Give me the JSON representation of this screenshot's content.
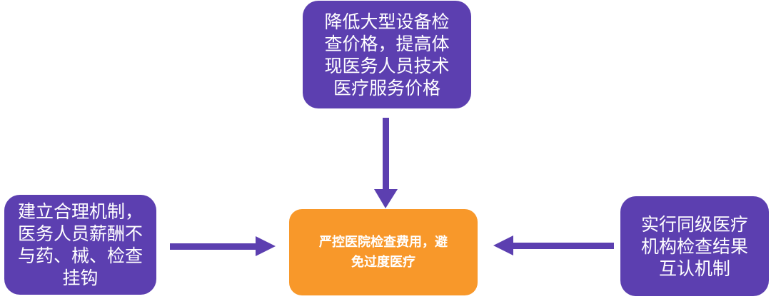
{
  "colors": {
    "node_fill": "#5c3fb0",
    "center_fill": "#f8982a",
    "arrow": "#5c3fb0",
    "text": "#ffffff"
  },
  "nodes": {
    "top": "降低大型设备检\n查价格，提高体\n现医务人员技术\n医疗服务价格",
    "left": "建立合理机制，\n医务人员薪酬不\n与药、械、检查\n挂钩",
    "right": "实行同级医疗\n机构检查结果\n互认机制",
    "center": "严控医院检查费用，避\n免过度医疗"
  }
}
